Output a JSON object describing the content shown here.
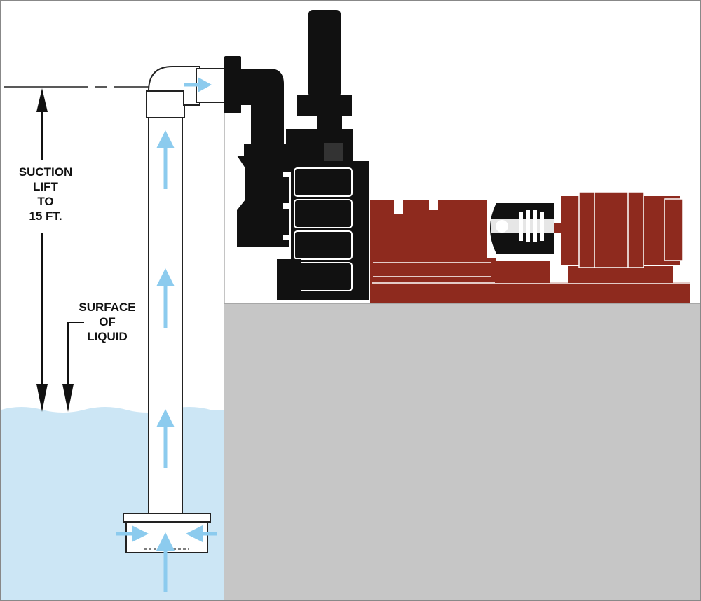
{
  "labels": {
    "suction_lift": [
      "SUCTION",
      "LIFT",
      "TO",
      "15 FT."
    ],
    "surface_of_liquid": [
      "SURFACE",
      "OF",
      "LIQUID"
    ]
  },
  "colors": {
    "water": "#cce6f5",
    "ground": "#c6c6c6",
    "pump_body": "#111111",
    "motor_base": "#8e2a1e",
    "flow_arrow": "#8ccbee",
    "outline": "#222222"
  }
}
